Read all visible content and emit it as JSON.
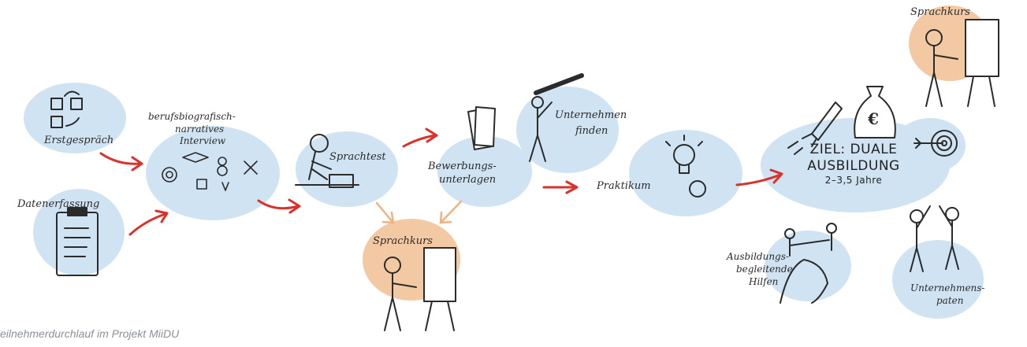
{
  "colors": {
    "blob_blue": "#cfe3f3",
    "blob_orange": "#f3c9a3",
    "arrow_red": "#d9322b",
    "arrow_orange": "#f0b27f",
    "ink": "#2b2b2b"
  },
  "stations": {
    "erstgespraech": "Erstgespräch",
    "datenerfassung": "Datenerfassung",
    "interview_line1": "berufsbiografisch-",
    "interview_line2": "narratives",
    "interview_line3": "Interview",
    "sprachtest": "Sprachtest",
    "bewerbung_line1": "Bewerbungs-",
    "bewerbung_line2": "unterlagen",
    "unternehmen_line1": "Unternehmen",
    "unternehmen_line2": "finden",
    "sprachkurs_bottom": "Sprachkurs",
    "praktikum": "Praktikum",
    "ziel_line1": "ZIEL: DUALE",
    "ziel_line2": "AUSBILDUNG",
    "ziel_line3": "2–3,5 Jahre",
    "sprachkurs_top": "Sprachkurs",
    "hilfen_line1": "Ausbildungs-",
    "hilfen_line2": "begleitende",
    "hilfen_line3": "Hilfen",
    "paten_line1": "Unternehmens-",
    "paten_line2": "paten"
  },
  "caption": "eilnehmerdurchlauf im Projekt MiiDU",
  "icons": {
    "money_bag_symbol": "€"
  }
}
